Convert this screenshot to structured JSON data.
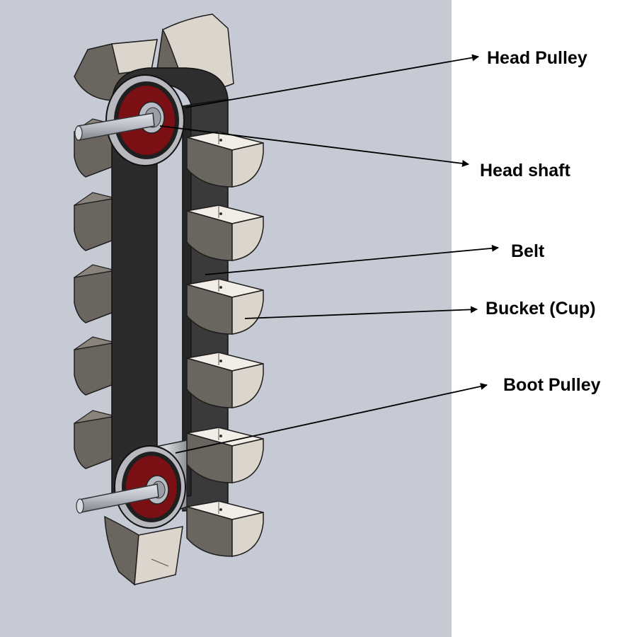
{
  "colors": {
    "viewport_background": "#c6cad5",
    "belt": "#2b2b2b",
    "bucket_light": "#dcd5cb",
    "bucket_dark": "#6b6560",
    "pulley_hub": "#7a0f14",
    "shaft": "#b9bcc4",
    "arrow": "#000000"
  },
  "labels": {
    "head_pulley": "Head Pulley",
    "head_shaft": "Head shaft",
    "belt": "Belt",
    "bucket": "Bucket (Cup)",
    "boot_pulley": "Boot Pulley"
  }
}
